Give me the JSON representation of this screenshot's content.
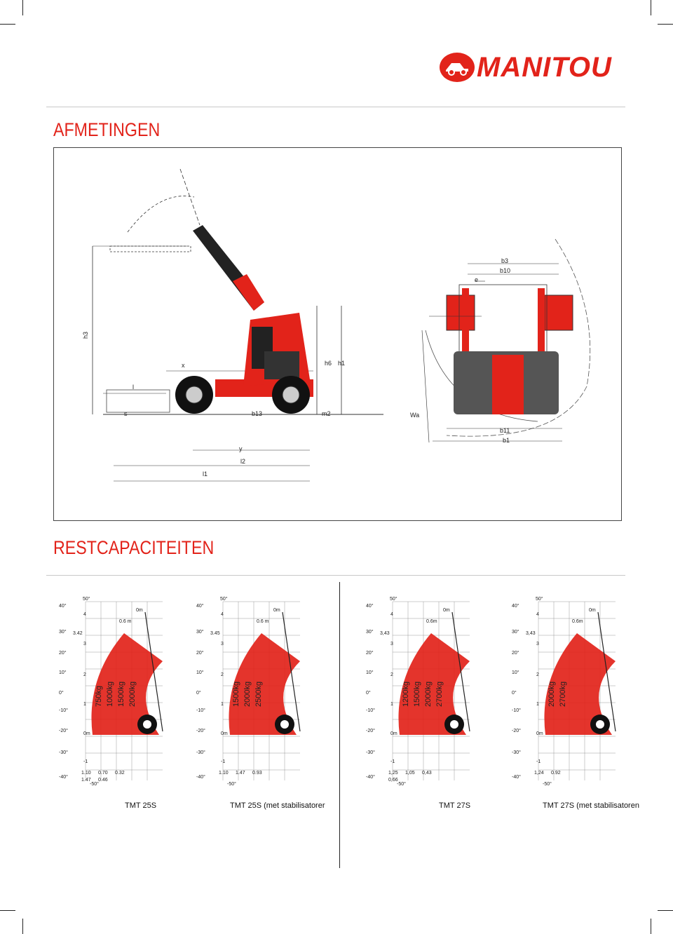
{
  "brand": {
    "name": "MANITOU",
    "color": "#e2231a"
  },
  "sections": {
    "dimensions_title": "AFMETINGEN",
    "capacities_title": "RESTCAPACITEITEN"
  },
  "dimension_labels": {
    "h3": "h3",
    "h6": "h6",
    "h1": "h1",
    "x": "x",
    "l": "l",
    "s": "s",
    "b13": "b13",
    "m2": "m2",
    "y": "y",
    "l2": "l2",
    "l1": "l1",
    "b3": "b3",
    "b10": "b10",
    "e": "e",
    "wa": "Wa",
    "b11": "b11",
    "b1": "b1"
  },
  "charts": [
    {
      "caption": "TMT 25S",
      "reach": "3.42",
      "loads": [
        "750kg",
        "1000kg",
        "1500kg",
        "2000kg"
      ],
      "bottom_values": [
        "1.10",
        "0.70",
        "0.32",
        "1.47",
        "0.46"
      ],
      "lift_marker": "0.6 m"
    },
    {
      "caption": "TMT 25S (met stabilisatorer",
      "reach": "3.45",
      "loads": [
        "1500kg",
        "2000kg",
        "2500kg"
      ],
      "bottom_values": [
        "1.10",
        "1.47",
        "0.93"
      ],
      "lift_marker": "0.6 m"
    },
    {
      "caption": "TMT 27S",
      "reach": "3,43",
      "loads": [
        "1200kg",
        "1500kg",
        "2000kg",
        "2700kg"
      ],
      "bottom_values": [
        "1,25",
        "1,05",
        "0,43",
        "0,66"
      ],
      "lift_marker": "0.6m"
    },
    {
      "caption": "TMT 27S  (met stabilisatoren",
      "reach": "3,43",
      "loads": [
        "2000kg",
        "2700kg"
      ],
      "bottom_values": [
        "1,24",
        "0.92"
      ],
      "lift_marker": "0.6m"
    }
  ],
  "axis": {
    "angles": [
      "50°",
      "40°",
      "30°",
      "20°",
      "10°",
      "0°",
      "-10°",
      "-20°",
      "-30°",
      "-40°",
      "-50°"
    ],
    "heights": [
      "4",
      "3",
      "2",
      "1",
      "0m",
      "-1"
    ],
    "zero": "0m"
  }
}
